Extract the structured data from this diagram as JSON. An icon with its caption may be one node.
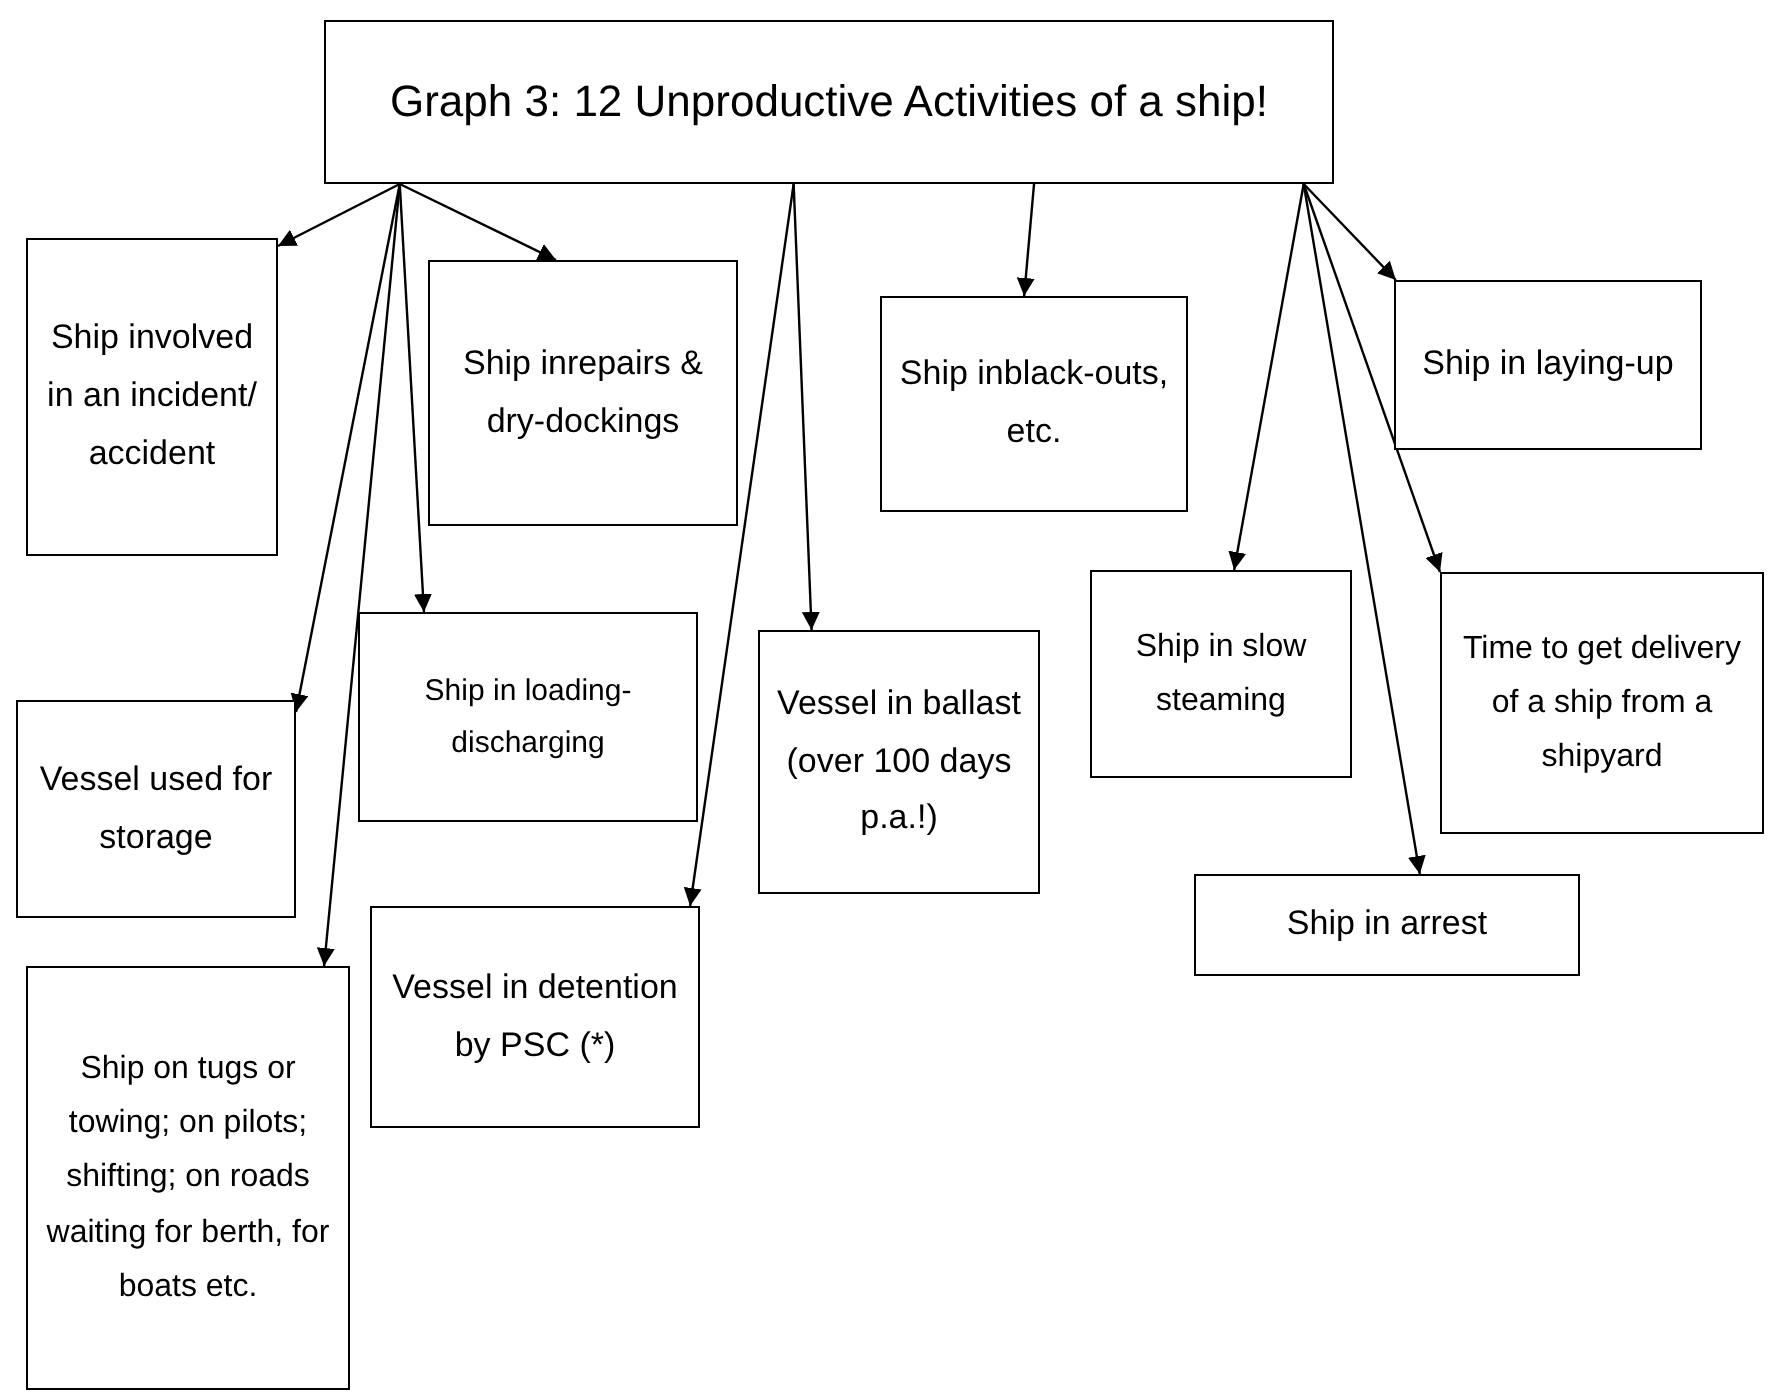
{
  "diagram": {
    "nodes": [
      {
        "text": [
          "Graph 3: 12 Unproductive Activities of a ship!"
        ]
      },
      {
        "text": [
          "Ship involved in an incident/ accident"
        ]
      },
      {
        "text": [
          "Ship inrepairs & dry-dockings"
        ]
      },
      {
        "text": [
          "Ship inblack-outs, etc."
        ]
      },
      {
        "text": [
          "Ship in laying-up"
        ]
      },
      {
        "text": [
          "Ship in slow steaming"
        ]
      },
      {
        "text": [
          "Time to get delivery of a ship from a shipyard"
        ]
      },
      {
        "text": [
          "Vessel in ballast (over 100 days p.a.!)"
        ]
      },
      {
        "text": [
          "Ship in loading-discharging"
        ]
      },
      {
        "text": [
          "Vessel used for storage"
        ]
      },
      {
        "text": [
          "Ship in arrest"
        ]
      },
      {
        "text": [
          "Vessel in detention by PSC (*)"
        ]
      },
      {
        "text": [
          "Ship on tugs or towing; on pilots; shifting; on roads waiting for berth, for boats etc."
        ]
      }
    ],
    "edges": [
      {
        "from": 0,
        "to": 1,
        "arrow": "to"
      },
      {
        "from": 0,
        "to": 2,
        "arrow": "to"
      },
      {
        "from": 0,
        "to": 9,
        "arrow": "to"
      },
      {
        "from": 0,
        "to": 8,
        "arrow": "to"
      },
      {
        "from": 0,
        "to": 12,
        "arrow": "to"
      },
      {
        "from": 0,
        "to": 7,
        "arrow": "to"
      },
      {
        "from": 0,
        "to": 11,
        "arrow": "to"
      },
      {
        "from": 0,
        "to": 3,
        "arrow": "to"
      },
      {
        "from": 0,
        "to": 5,
        "arrow": "to"
      },
      {
        "from": 0,
        "to": 10,
        "arrow": "to"
      },
      {
        "from": 0,
        "to": 6,
        "arrow": "to"
      },
      {
        "from": 0,
        "to": 4,
        "arrow": "to"
      }
    ]
  }
}
